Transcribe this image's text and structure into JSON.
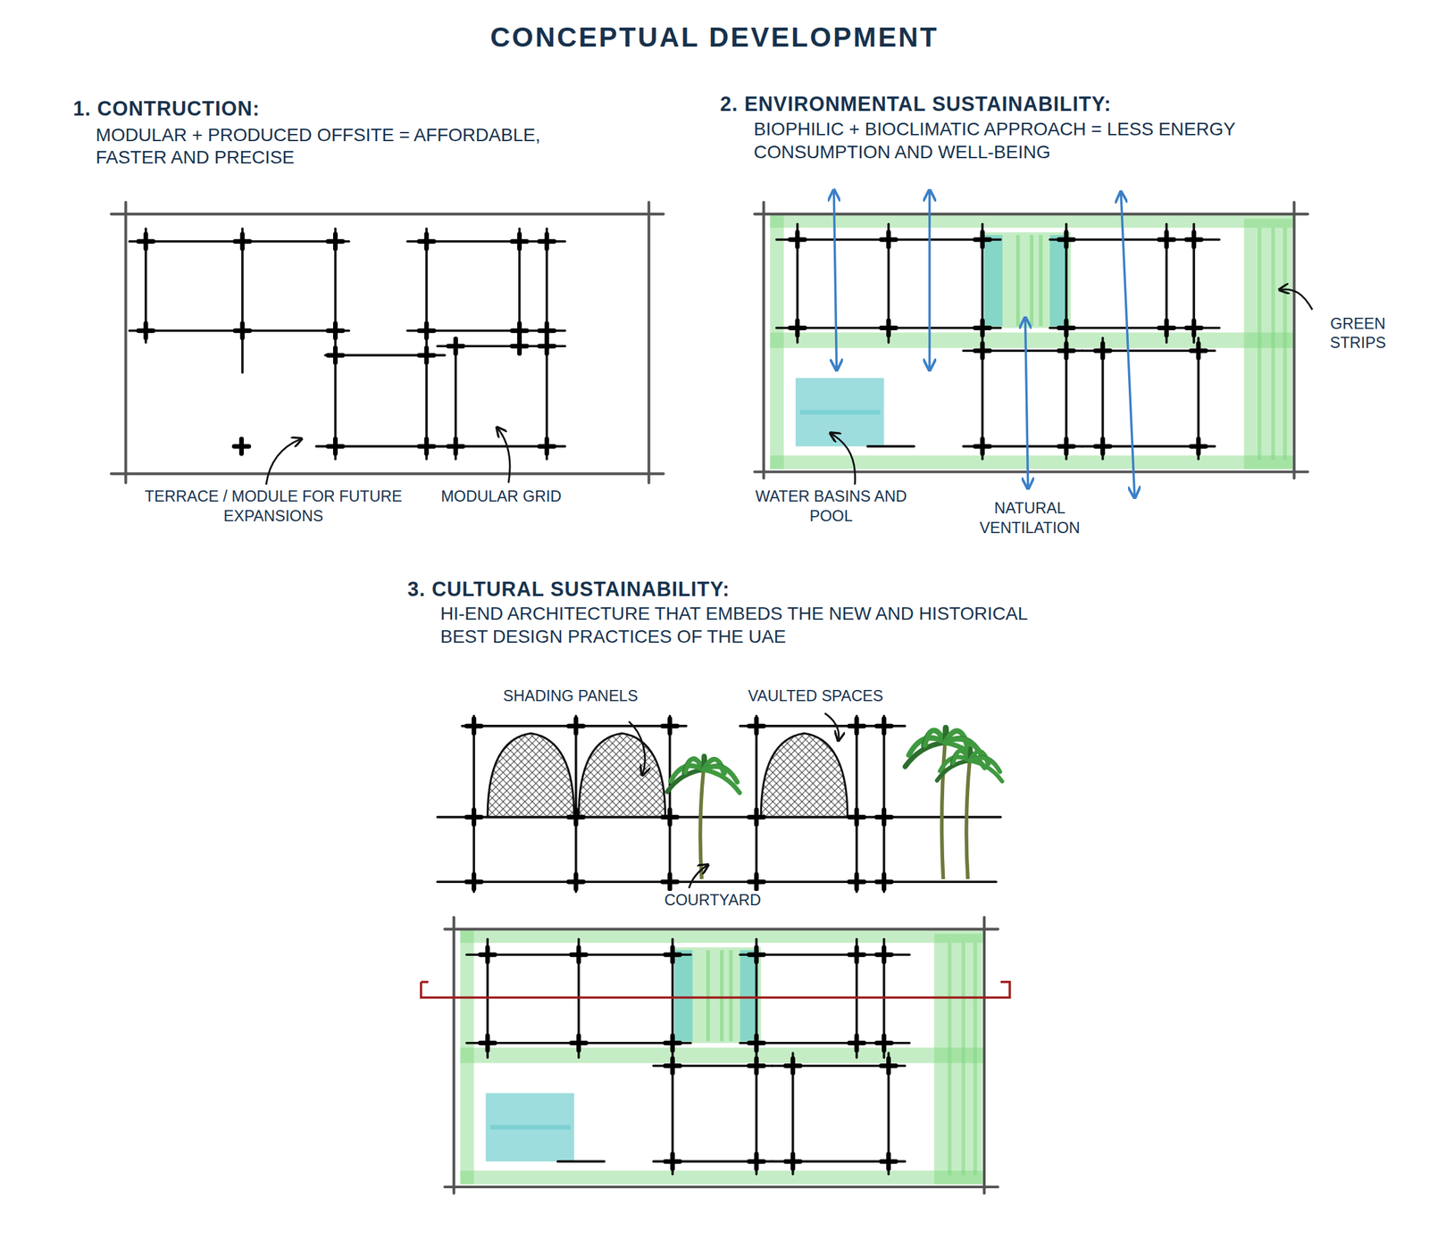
{
  "diagram": {
    "title": "CONCEPTUAL DEVELOPMENT",
    "labels": [
      "1. CONTRUCTION:",
      "MODULAR + PRODUCED OFFSITE = AFFORDABLE, FASTER AND PRECISE",
      "TERRACE / MODULE FOR FUTURE EXPANSIONS",
      "MODULAR GRID",
      "2. ENVIRONMENTAL SUSTAINABILITY:",
      "BIOPHILIC + BIOCLIMATIC APPROACH = LESS ENERGY CONSUMPTION AND WELL-BEING",
      "GREEN STRIPS",
      "WATER BASINS AND POOL",
      "NATURAL VENTILATION",
      "3. CULTURAL SUSTAINABILITY:",
      "HI-END ARCHITECTURE THAT EMBEDS THE NEW AND HISTORICAL BEST DESIGN PRACTICES OF THE UAE",
      "SHADING PANELS",
      "VAULTED SPACES",
      "COURTYARD"
    ]
  }
}
